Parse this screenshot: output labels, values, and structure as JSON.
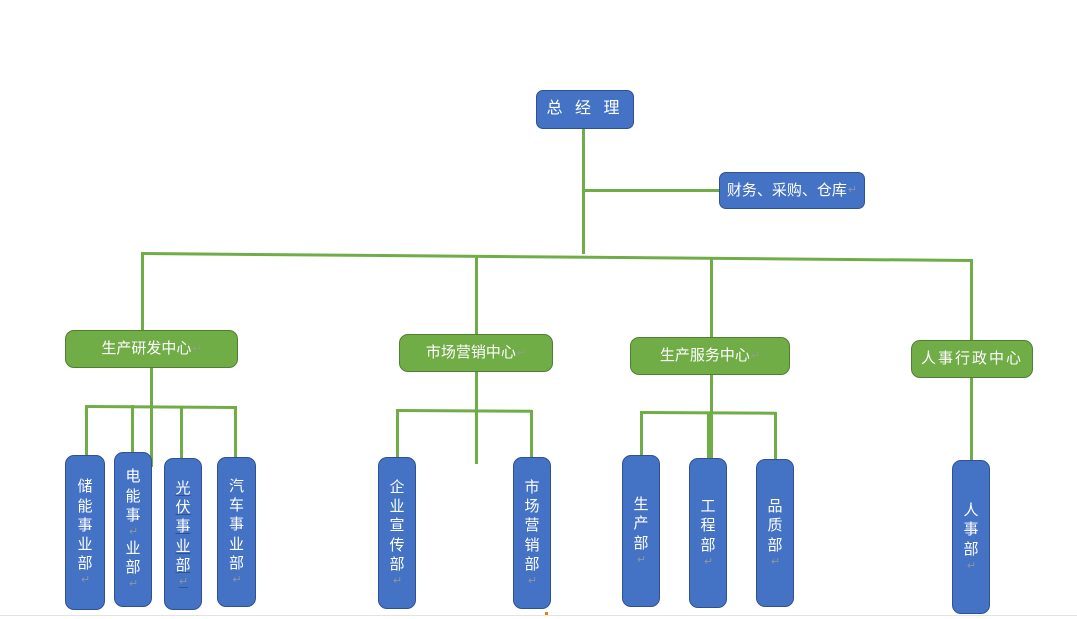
{
  "diagram": {
    "type": "organization-chart",
    "colors": {
      "box_blue_fill": "#4472c4",
      "box_blue_border": "#2f528f",
      "box_green_fill": "#70ad47",
      "box_green_border": "#507e32",
      "connector": "#70ad47",
      "text": "#ffffff",
      "paragraph_mark": "#9a9a9a",
      "background": "#ffffff",
      "footer_rule": "#e3e3e3"
    },
    "paragraph_mark": "↵"
  },
  "nodes": {
    "gm": {
      "label": "总 经 理"
    },
    "finance": {
      "label": "财务、采购、仓库"
    },
    "centers": [
      {
        "id": "rd",
        "label": "生产研发中心"
      },
      {
        "id": "marketing",
        "label": "市场营销中心"
      },
      {
        "id": "service",
        "label": "生产服务中心"
      },
      {
        "id": "hr_admin",
        "label": "人事行政中心"
      }
    ],
    "departments": [
      {
        "id": "energy_storage",
        "parent": "rd",
        "chars": "储 能 事 业 部"
      },
      {
        "id": "electric_power",
        "parent": "rd",
        "chars": "电 能 事 业 部"
      },
      {
        "id": "photovoltaic",
        "parent": "rd",
        "chars": "光 伏 事 业 部"
      },
      {
        "id": "automotive",
        "parent": "rd",
        "chars": "汽 车 事 业 部"
      },
      {
        "id": "publicity",
        "parent": "marketing",
        "chars": "企 业 宣 传 部"
      },
      {
        "id": "market_sales",
        "parent": "marketing",
        "chars": "市 场 营 销 部"
      },
      {
        "id": "production",
        "parent": "service",
        "chars": "生 产 部"
      },
      {
        "id": "engineering",
        "parent": "service",
        "chars": "工 程 部"
      },
      {
        "id": "quality",
        "parent": "service",
        "chars": "品 质 部"
      },
      {
        "id": "hr",
        "parent": "hr_admin",
        "chars": "人 事 部"
      }
    ]
  },
  "labels": {
    "gm": "总 经 理",
    "finance": "财务、采购、仓库",
    "center_rd": "生产研发中心",
    "center_marketing": "市场营销中心",
    "center_service": "生产服务中心",
    "center_hr_admin": "人事行政中心",
    "dept_energy_storage_1": "储",
    "dept_energy_storage_2": "能",
    "dept_energy_storage_3": "事",
    "dept_energy_storage_4": "业",
    "dept_energy_storage_5": "部",
    "dept_electric_power_1": "电",
    "dept_electric_power_2": "能",
    "dept_electric_power_3": "事",
    "dept_electric_power_4": "业",
    "dept_electric_power_5": "部",
    "dept_photovoltaic_1": "光",
    "dept_photovoltaic_2": "伏",
    "dept_photovoltaic_3": "事",
    "dept_photovoltaic_4": "业",
    "dept_photovoltaic_5": "部",
    "dept_automotive_1": "汽",
    "dept_automotive_2": "车",
    "dept_automotive_3": "事",
    "dept_automotive_4": "业",
    "dept_automotive_5": "部",
    "dept_publicity_1": "企",
    "dept_publicity_2": "业",
    "dept_publicity_3": "宣",
    "dept_publicity_4": "传",
    "dept_publicity_5": "部",
    "dept_market_sales_1": "市",
    "dept_market_sales_2": "场",
    "dept_market_sales_3": "营",
    "dept_market_sales_4": "销",
    "dept_market_sales_5": "部",
    "dept_production_1": "生",
    "dept_production_2": "产",
    "dept_production_3": "部",
    "dept_engineering_1": "工",
    "dept_engineering_2": "程",
    "dept_engineering_3": "部",
    "dept_quality_1": "品",
    "dept_quality_2": "质",
    "dept_quality_3": "部",
    "dept_hr_1": "人",
    "dept_hr_2": "事",
    "dept_hr_3": "部",
    "pmark": "↵"
  }
}
